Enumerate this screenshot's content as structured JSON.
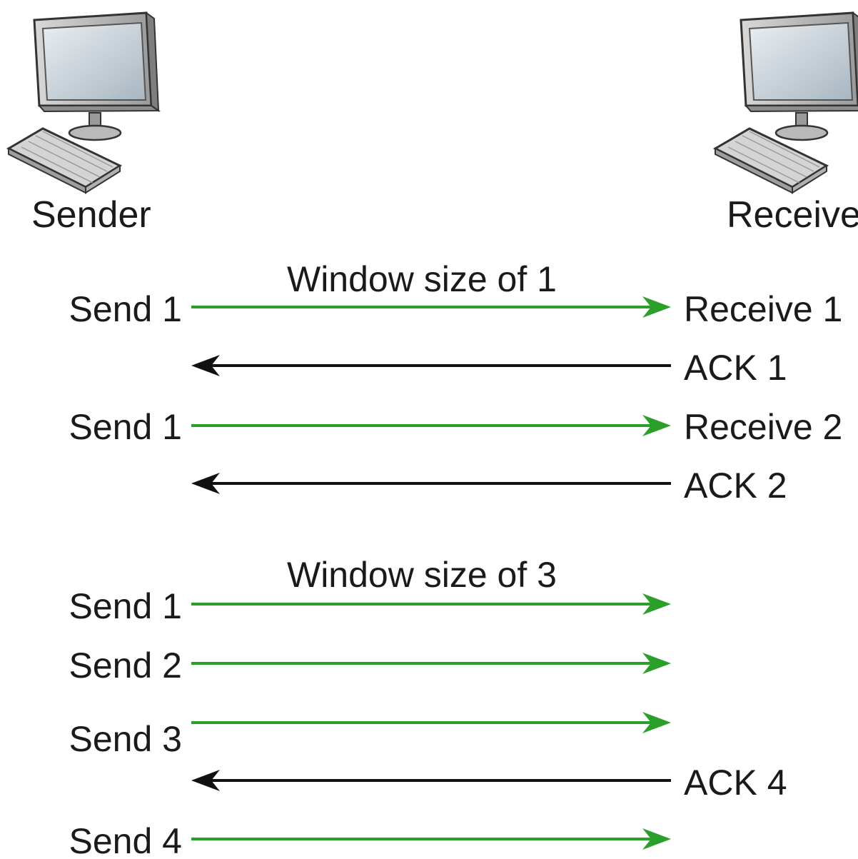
{
  "hosts": {
    "sender": {
      "label": "Sender",
      "icon": "desktop-computer-icon"
    },
    "receiver": {
      "label": "Receiver",
      "icon": "desktop-computer-icon"
    }
  },
  "colors": {
    "data_arrow": "#2aa02a",
    "ack_arrow": "#111111",
    "text": "#1a1a1a"
  },
  "sections": [
    {
      "title": "Window size of 1",
      "rows": [
        {
          "direction": "right",
          "left": "Send 1",
          "right": "Receive 1"
        },
        {
          "direction": "left",
          "left": "",
          "right": "ACK 1"
        },
        {
          "direction": "right",
          "left": "Send 1",
          "right": "Receive 2"
        },
        {
          "direction": "left",
          "left": "",
          "right": "ACK 2"
        }
      ]
    },
    {
      "title": "Window size of 3",
      "rows": [
        {
          "direction": "right",
          "left": "Send 1",
          "right": ""
        },
        {
          "direction": "right",
          "left": "Send 2",
          "right": ""
        },
        {
          "direction": "right",
          "left": "Send 3",
          "right": ""
        },
        {
          "direction": "left",
          "left": "",
          "right": "ACK 4"
        },
        {
          "direction": "right",
          "left": "Send 4",
          "right": ""
        }
      ]
    }
  ]
}
